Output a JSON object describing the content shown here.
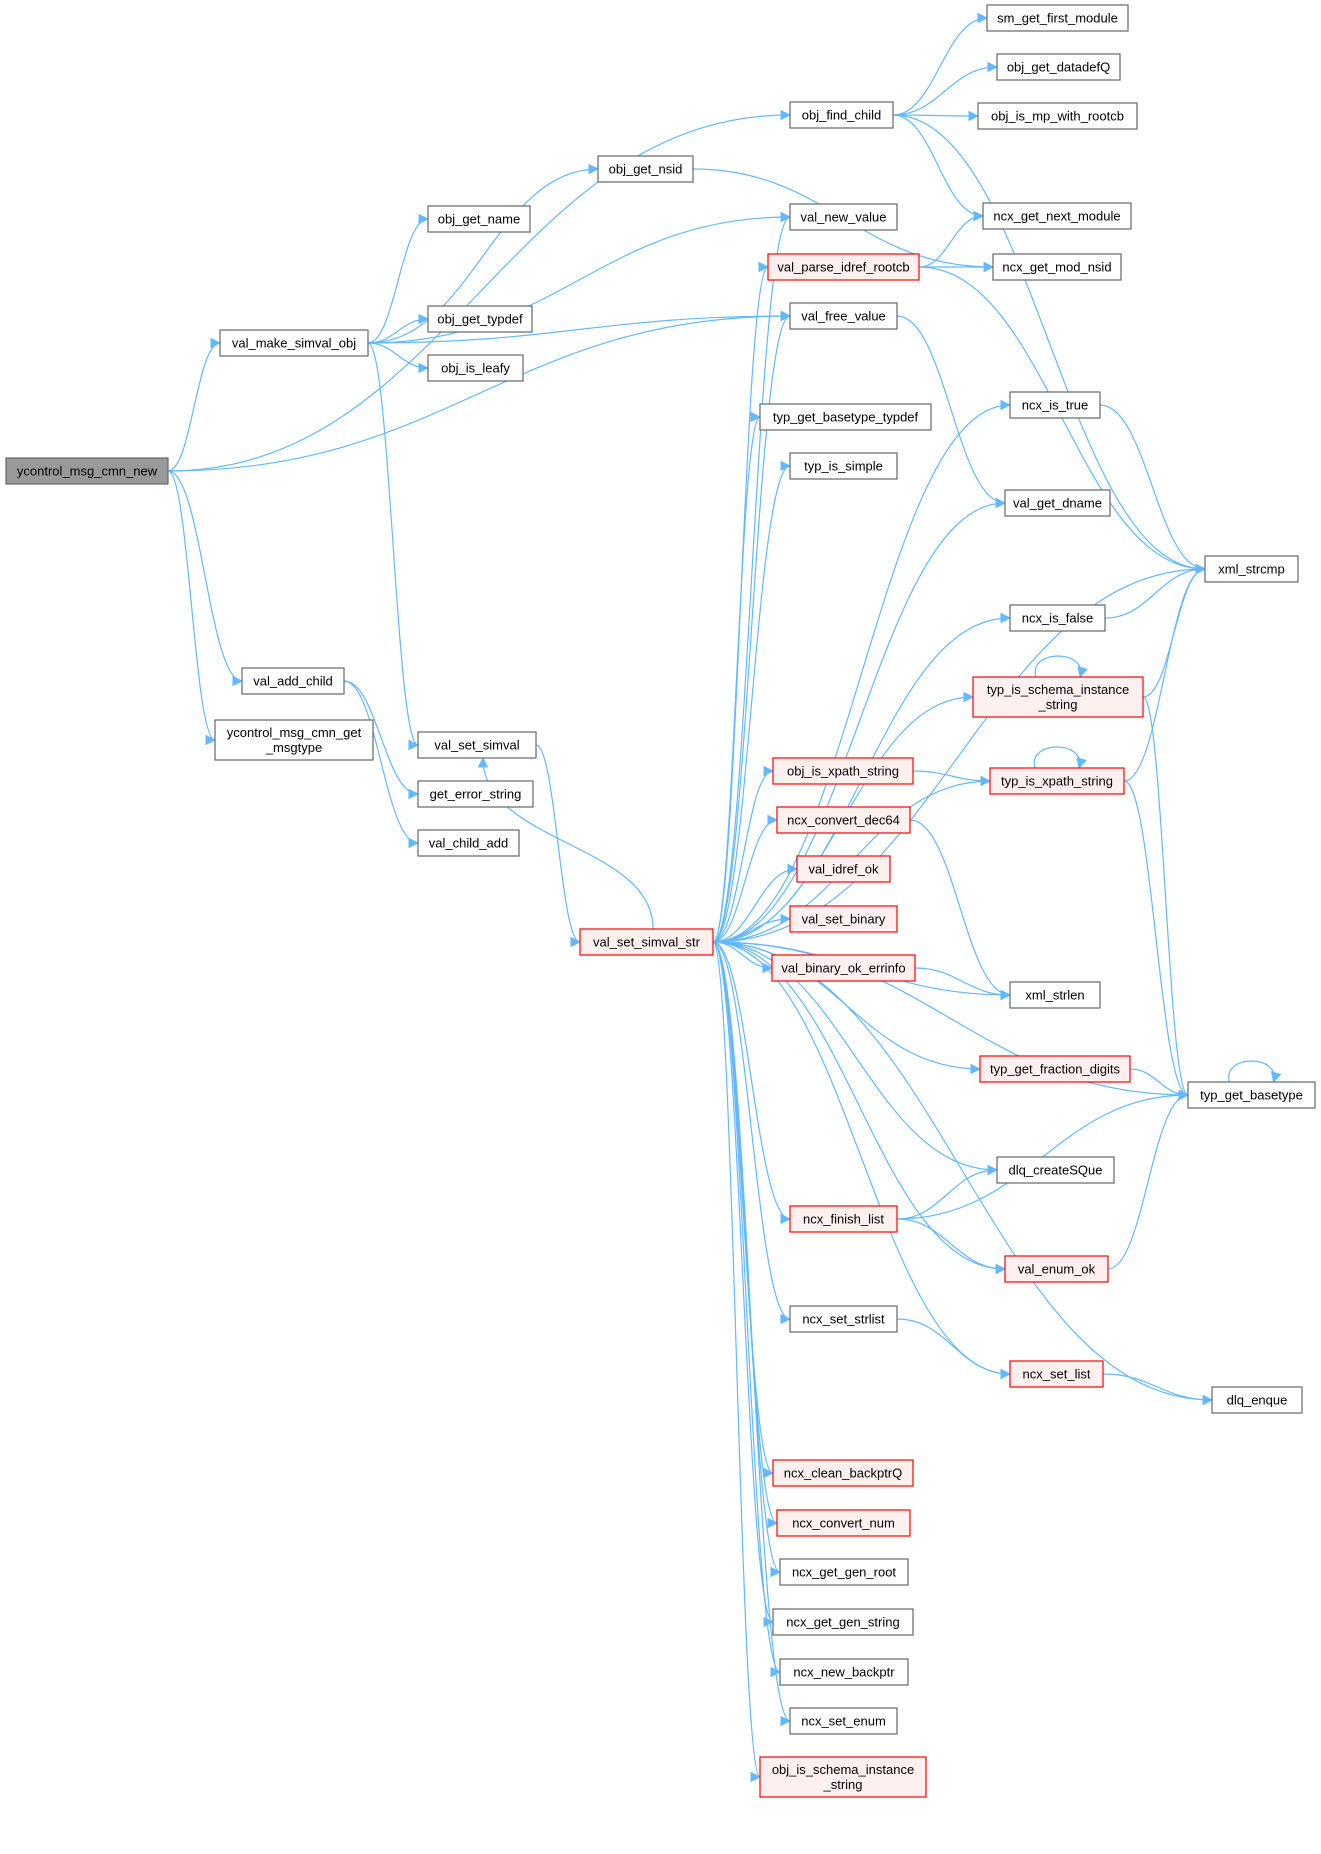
{
  "colors": {
    "edge": "#63b8ff",
    "node_border": "#666666",
    "node_fill": "#ffffff",
    "root_fill": "#999999",
    "root_border": "#666666",
    "truncated_border": "#ff0000",
    "truncated_fill": "#fff0f0"
  },
  "nodes": [
    {
      "id": "ycontrol_msg_cmn_new",
      "label": [
        "ycontrol_msg_cmn_new"
      ],
      "style": "root"
    },
    {
      "id": "obj_find_child",
      "label": [
        "obj_find_child"
      ],
      "style": "normal"
    },
    {
      "id": "obj_get_nsid",
      "label": [
        "obj_get_nsid"
      ],
      "style": "normal"
    },
    {
      "id": "obj_get_name",
      "label": [
        "obj_get_name"
      ],
      "style": "normal"
    },
    {
      "id": "val_make_simval_obj",
      "label": [
        "val_make_simval_obj"
      ],
      "style": "normal"
    },
    {
      "id": "obj_get_typdef",
      "label": [
        "obj_get_typdef"
      ],
      "style": "normal"
    },
    {
      "id": "obj_is_leafy",
      "label": [
        "obj_is_leafy"
      ],
      "style": "normal"
    },
    {
      "id": "val_add_child",
      "label": [
        "val_add_child"
      ],
      "style": "normal"
    },
    {
      "id": "ycontrol_msg_cmn_get_msgtype",
      "label": [
        "ycontrol_msg_cmn_get",
        "_msgtype"
      ],
      "style": "normal"
    },
    {
      "id": "val_set_simval",
      "label": [
        "val_set_simval"
      ],
      "style": "normal"
    },
    {
      "id": "get_error_string",
      "label": [
        "get_error_string"
      ],
      "style": "normal"
    },
    {
      "id": "val_child_add",
      "label": [
        "val_child_add"
      ],
      "style": "normal"
    },
    {
      "id": "val_set_simval_str",
      "label": [
        "val_set_simval_str"
      ],
      "style": "truncated"
    },
    {
      "id": "sm_get_first_module",
      "label": [
        "sm_get_first_module"
      ],
      "style": "normal"
    },
    {
      "id": "obj_get_datadefQ",
      "label": [
        "obj_get_datadefQ"
      ],
      "style": "normal"
    },
    {
      "id": "obj_is_mp_with_rootcb",
      "label": [
        "obj_is_mp_with_rootcb"
      ],
      "style": "normal"
    },
    {
      "id": "ncx_get_next_module",
      "label": [
        "ncx_get_next_module"
      ],
      "style": "normal"
    },
    {
      "id": "ncx_get_mod_nsid",
      "label": [
        "ncx_get_mod_nsid"
      ],
      "style": "normal"
    },
    {
      "id": "val_new_value",
      "label": [
        "val_new_value"
      ],
      "style": "normal"
    },
    {
      "id": "val_parse_idref_rootcb",
      "label": [
        "val_parse_idref_rootcb"
      ],
      "style": "truncated"
    },
    {
      "id": "val_free_value",
      "label": [
        "val_free_value"
      ],
      "style": "normal"
    },
    {
      "id": "ncx_is_true",
      "label": [
        "ncx_is_true"
      ],
      "style": "normal"
    },
    {
      "id": "typ_get_basetype_typdef",
      "label": [
        "typ_get_basetype_typdef"
      ],
      "style": "normal"
    },
    {
      "id": "typ_is_simple",
      "label": [
        "typ_is_simple"
      ],
      "style": "normal"
    },
    {
      "id": "val_get_dname",
      "label": [
        "val_get_dname"
      ],
      "style": "normal"
    },
    {
      "id": "xml_strcmp",
      "label": [
        "xml_strcmp"
      ],
      "style": "normal"
    },
    {
      "id": "ncx_is_false",
      "label": [
        "ncx_is_false"
      ],
      "style": "normal"
    },
    {
      "id": "typ_is_schema_instance_string",
      "label": [
        "typ_is_schema_instance",
        "_string"
      ],
      "style": "truncated"
    },
    {
      "id": "obj_is_xpath_string",
      "label": [
        "obj_is_xpath_string"
      ],
      "style": "truncated"
    },
    {
      "id": "typ_is_xpath_string",
      "label": [
        "typ_is_xpath_string"
      ],
      "style": "truncated"
    },
    {
      "id": "ncx_convert_dec64",
      "label": [
        "ncx_convert_dec64"
      ],
      "style": "truncated"
    },
    {
      "id": "val_idref_ok",
      "label": [
        "val_idref_ok"
      ],
      "style": "truncated"
    },
    {
      "id": "val_set_binary",
      "label": [
        "val_set_binary"
      ],
      "style": "truncated"
    },
    {
      "id": "val_binary_ok_errinfo",
      "label": [
        "val_binary_ok_errinfo"
      ],
      "style": "truncated"
    },
    {
      "id": "xml_strlen",
      "label": [
        "xml_strlen"
      ],
      "style": "normal"
    },
    {
      "id": "typ_get_fraction_digits",
      "label": [
        "typ_get_fraction_digits"
      ],
      "style": "truncated"
    },
    {
      "id": "typ_get_basetype",
      "label": [
        "typ_get_basetype"
      ],
      "style": "normal"
    },
    {
      "id": "dlq_createSQue",
      "label": [
        "dlq_createSQue"
      ],
      "style": "normal"
    },
    {
      "id": "ncx_finish_list",
      "label": [
        "ncx_finish_list"
      ],
      "style": "truncated"
    },
    {
      "id": "val_enum_ok",
      "label": [
        "val_enum_ok"
      ],
      "style": "truncated"
    },
    {
      "id": "ncx_set_strlist",
      "label": [
        "ncx_set_strlist"
      ],
      "style": "normal"
    },
    {
      "id": "ncx_set_list",
      "label": [
        "ncx_set_list"
      ],
      "style": "truncated"
    },
    {
      "id": "dlq_enque",
      "label": [
        "dlq_enque"
      ],
      "style": "normal"
    },
    {
      "id": "ncx_clean_backptrQ",
      "label": [
        "ncx_clean_backptrQ"
      ],
      "style": "truncated"
    },
    {
      "id": "ncx_convert_num",
      "label": [
        "ncx_convert_num"
      ],
      "style": "truncated"
    },
    {
      "id": "ncx_get_gen_root",
      "label": [
        "ncx_get_gen_root"
      ],
      "style": "normal"
    },
    {
      "id": "ncx_get_gen_string",
      "label": [
        "ncx_get_gen_string"
      ],
      "style": "normal"
    },
    {
      "id": "ncx_new_backptr",
      "label": [
        "ncx_new_backptr"
      ],
      "style": "normal"
    },
    {
      "id": "ncx_set_enum",
      "label": [
        "ncx_set_enum"
      ],
      "style": "normal"
    },
    {
      "id": "obj_is_schema_instance_string",
      "label": [
        "obj_is_schema_instance",
        "_string"
      ],
      "style": "truncated"
    }
  ],
  "edges": [
    [
      "ycontrol_msg_cmn_new",
      "obj_find_child"
    ],
    [
      "ycontrol_msg_cmn_new",
      "val_make_simval_obj"
    ],
    [
      "ycontrol_msg_cmn_new",
      "val_free_value"
    ],
    [
      "ycontrol_msg_cmn_new",
      "val_add_child"
    ],
    [
      "ycontrol_msg_cmn_new",
      "ycontrol_msg_cmn_get_msgtype"
    ],
    [
      "val_make_simval_obj",
      "obj_get_nsid"
    ],
    [
      "val_make_simval_obj",
      "obj_get_name"
    ],
    [
      "val_make_simval_obj",
      "val_new_value"
    ],
    [
      "val_make_simval_obj",
      "obj_get_typdef"
    ],
    [
      "val_make_simval_obj",
      "obj_is_leafy"
    ],
    [
      "val_make_simval_obj",
      "val_free_value"
    ],
    [
      "val_make_simval_obj",
      "val_set_simval"
    ],
    [
      "val_add_child",
      "get_error_string"
    ],
    [
      "val_add_child",
      "val_child_add"
    ],
    [
      "val_set_simval",
      "val_set_simval_str"
    ],
    [
      "obj_find_child",
      "sm_get_first_module"
    ],
    [
      "obj_find_child",
      "obj_get_datadefQ"
    ],
    [
      "obj_find_child",
      "obj_is_mp_with_rootcb"
    ],
    [
      "obj_find_child",
      "ncx_get_next_module"
    ],
    [
      "obj_find_child",
      "xml_strcmp"
    ],
    [
      "obj_get_nsid",
      "ncx_get_mod_nsid"
    ],
    [
      "val_parse_idref_rootcb",
      "ncx_get_next_module"
    ],
    [
      "val_parse_idref_rootcb",
      "ncx_get_mod_nsid"
    ],
    [
      "val_parse_idref_rootcb",
      "xml_strcmp"
    ],
    [
      "val_free_value",
      "val_get_dname"
    ],
    [
      "ncx_is_true",
      "xml_strcmp"
    ],
    [
      "ncx_is_false",
      "xml_strcmp"
    ],
    [
      "typ_is_schema_instance_string",
      "typ_is_schema_instance_string"
    ],
    [
      "typ_is_schema_instance_string",
      "xml_strcmp"
    ],
    [
      "typ_is_schema_instance_string",
      "typ_get_basetype"
    ],
    [
      "obj_is_xpath_string",
      "typ_is_xpath_string"
    ],
    [
      "typ_is_xpath_string",
      "typ_is_xpath_string"
    ],
    [
      "typ_is_xpath_string",
      "xml_strcmp"
    ],
    [
      "typ_is_xpath_string",
      "typ_get_basetype"
    ],
    [
      "ncx_convert_dec64",
      "xml_strlen"
    ],
    [
      "val_binary_ok_errinfo",
      "xml_strlen"
    ],
    [
      "typ_get_fraction_digits",
      "typ_get_basetype"
    ],
    [
      "typ_get_basetype",
      "typ_get_basetype"
    ],
    [
      "ncx_finish_list",
      "dlq_createSQue"
    ],
    [
      "ncx_finish_list",
      "typ_get_basetype"
    ],
    [
      "ncx_finish_list",
      "val_enum_ok"
    ],
    [
      "val_enum_ok",
      "typ_get_basetype"
    ],
    [
      "ncx_set_strlist",
      "ncx_set_list"
    ],
    [
      "ncx_set_list",
      "dlq_enque"
    ],
    [
      "val_set_simval_str",
      "val_new_value"
    ],
    [
      "val_set_simval_str",
      "val_parse_idref_rootcb"
    ],
    [
      "val_set_simval_str",
      "val_free_value"
    ],
    [
      "val_set_simval_str",
      "ncx_is_true"
    ],
    [
      "val_set_simval_str",
      "typ_get_basetype_typdef"
    ],
    [
      "val_set_simval_str",
      "typ_is_simple"
    ],
    [
      "val_set_simval_str",
      "val_get_dname"
    ],
    [
      "val_set_simval_str",
      "xml_strcmp"
    ],
    [
      "val_set_simval_str",
      "ncx_is_false"
    ],
    [
      "val_set_simval_str",
      "typ_is_schema_instance_string"
    ],
    [
      "val_set_simval_str",
      "obj_is_xpath_string"
    ],
    [
      "val_set_simval_str",
      "typ_is_xpath_string"
    ],
    [
      "val_set_simval_str",
      "ncx_convert_dec64"
    ],
    [
      "val_set_simval_str",
      "val_idref_ok"
    ],
    [
      "val_set_simval_str",
      "val_set_binary"
    ],
    [
      "val_set_simval_str",
      "val_binary_ok_errinfo"
    ],
    [
      "val_set_simval_str",
      "xml_strlen"
    ],
    [
      "val_set_simval_str",
      "typ_get_fraction_digits"
    ],
    [
      "val_set_simval_str",
      "typ_get_basetype"
    ],
    [
      "val_set_simval_str",
      "dlq_createSQue"
    ],
    [
      "val_set_simval_str",
      "ncx_finish_list"
    ],
    [
      "val_set_simval_str",
      "val_enum_ok"
    ],
    [
      "val_set_simval_str",
      "ncx_set_strlist"
    ],
    [
      "val_set_simval_str",
      "ncx_set_list"
    ],
    [
      "val_set_simval_str",
      "dlq_enque"
    ],
    [
      "val_set_simval_str",
      "ncx_clean_backptrQ"
    ],
    [
      "val_set_simval_str",
      "ncx_convert_num"
    ],
    [
      "val_set_simval_str",
      "ncx_get_gen_root"
    ],
    [
      "val_set_simval_str",
      "ncx_get_gen_string"
    ],
    [
      "val_set_simval_str",
      "ncx_new_backptr"
    ],
    [
      "val_set_simval_str",
      "ncx_set_enum"
    ],
    [
      "val_set_simval_str",
      "obj_is_schema_instance_string"
    ],
    [
      "val_set_simval_str",
      "val_set_simval"
    ]
  ]
}
